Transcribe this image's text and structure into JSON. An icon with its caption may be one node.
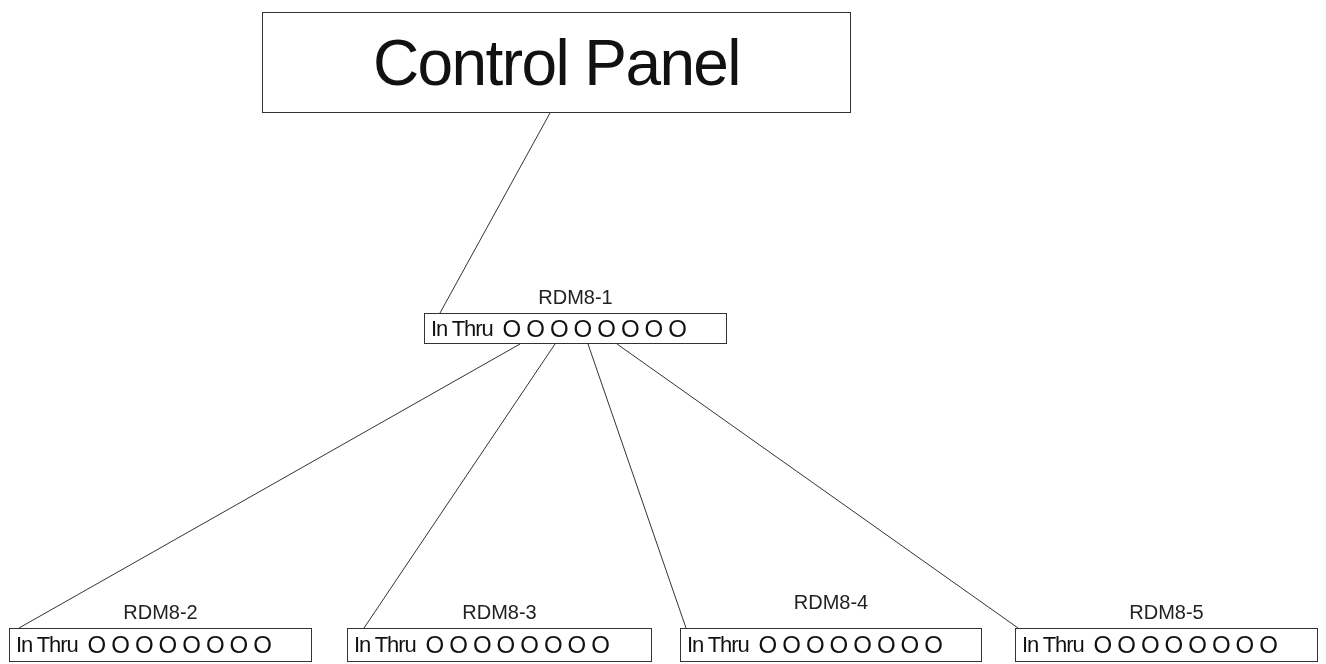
{
  "diagram": {
    "nodes": [
      {
        "text": [
          "Control Panel"
        ]
      },
      {
        "text": [
          "RDM8-1",
          "In Thru",
          "OOOOOOOO"
        ]
      },
      {
        "text": [
          "RDM8-2",
          "In Thru",
          "OOOOOOOO"
        ]
      },
      {
        "text": [
          "RDM8-3",
          "In Thru",
          "OOOOOOOO"
        ]
      },
      {
        "text": [
          "RDM8-4",
          "In Thru",
          "OOOOOOOO"
        ]
      },
      {
        "text": [
          "RDM8-5",
          "In Thru",
          "OOOOOOOO"
        ]
      }
    ],
    "edges": [
      {
        "from": 0,
        "to": 1,
        "arrow": "none"
      },
      {
        "from": 1,
        "to": 2,
        "arrow": "none"
      },
      {
        "from": 1,
        "to": 3,
        "arrow": "none"
      },
      {
        "from": 1,
        "to": 4,
        "arrow": "none"
      },
      {
        "from": 1,
        "to": 5,
        "arrow": "none"
      }
    ]
  }
}
